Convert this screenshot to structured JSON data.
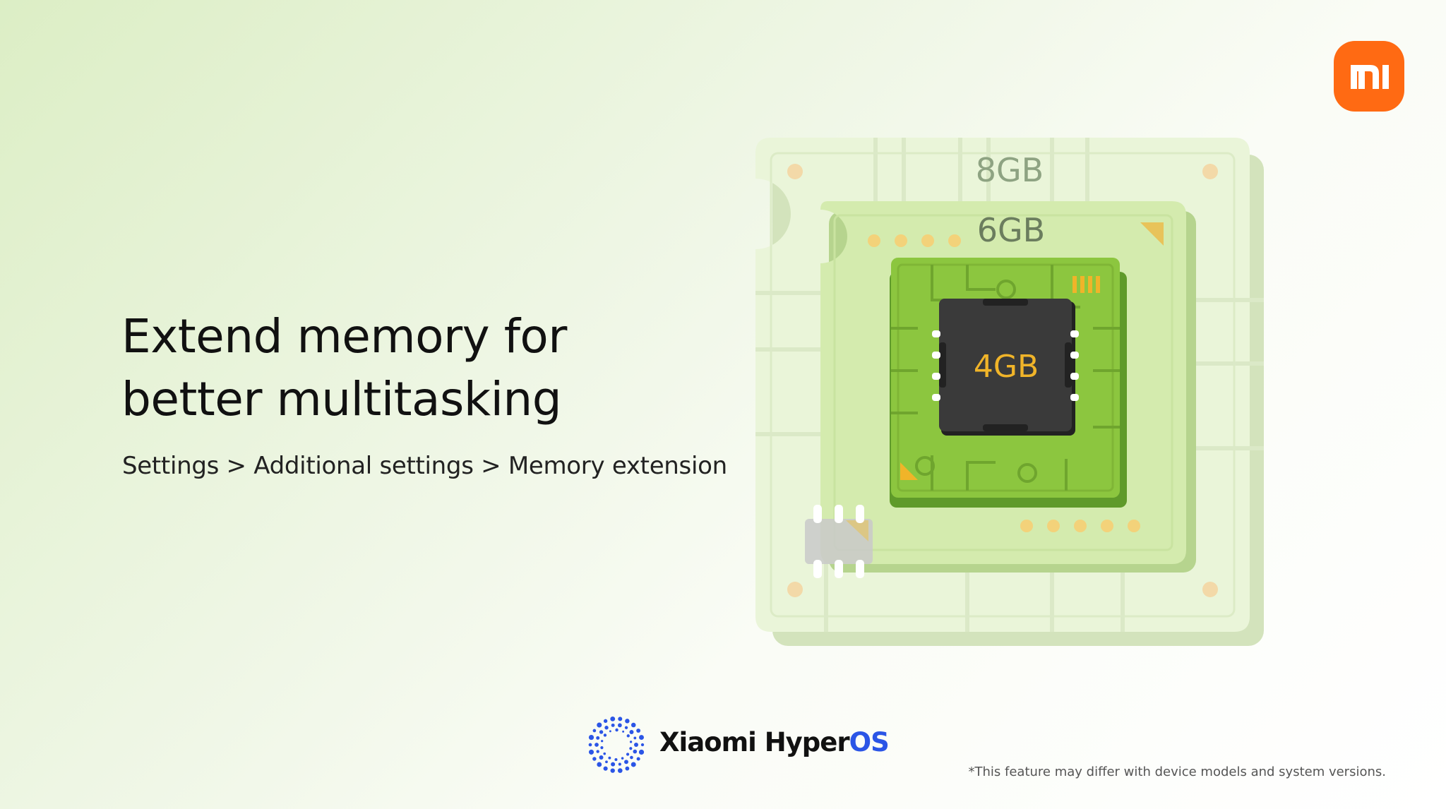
{
  "heading": {
    "line1": "Extend memory for",
    "line2": "better multitasking"
  },
  "settings_path": "Settings > Additional settings > Memory extension",
  "memory_sizes": {
    "outer": "8GB",
    "middle": "6GB",
    "inner": "4GB"
  },
  "brand": {
    "name_prefix": "Xiaomi Hyper",
    "name_suffix": "OS",
    "icon": "hyperos-dot-ring-icon"
  },
  "disclaimer": "*This feature may differ with device models and system versions.",
  "logos": {
    "top_right": "mi-logo",
    "mi_text": "mi"
  },
  "colors": {
    "mi_orange": "#ff6a13",
    "hyperos_blue": "#2b55e6",
    "chip_green": "#8cc63f",
    "chip_label_yellow": "#f0b429",
    "chip_body": "#3a3a3a"
  }
}
